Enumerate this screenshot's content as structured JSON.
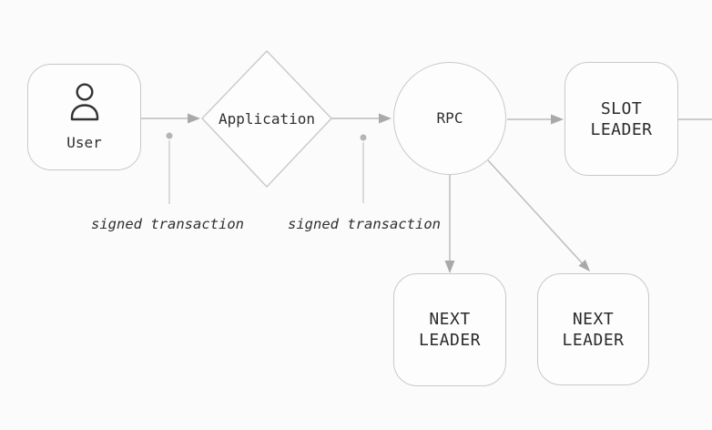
{
  "diagram": {
    "type": "flowchart",
    "nodes": {
      "user": {
        "label": "User",
        "shape": "rounded-rectangle",
        "icon": "person-icon"
      },
      "application": {
        "label": "Application",
        "shape": "diamond"
      },
      "rpc": {
        "label": "RPC",
        "shape": "circle"
      },
      "slot_leader": {
        "label_line1": "SLOT",
        "label_line2": "LEADER",
        "shape": "rounded-rectangle"
      },
      "next_leader_left": {
        "label_line1": "NEXT",
        "label_line2": "LEADER",
        "shape": "rounded-rectangle"
      },
      "next_leader_right": {
        "label_line1": "NEXT",
        "label_line2": "LEADER",
        "shape": "rounded-rectangle"
      }
    },
    "edges": [
      {
        "from": "User",
        "to": "Application",
        "arrowhead": true
      },
      {
        "from": "Application",
        "to": "RPC",
        "arrowhead": true
      },
      {
        "from": "RPC",
        "to": "SLOT LEADER",
        "arrowhead": true
      },
      {
        "from": "SLOT LEADER",
        "to": "offscreen-right",
        "arrowhead": false
      },
      {
        "from": "RPC",
        "to": "NEXT LEADER (left)",
        "arrowhead": true
      },
      {
        "from": "RPC",
        "to": "NEXT LEADER (right)",
        "arrowhead": true
      }
    ],
    "annotations": [
      {
        "text": "signed transaction"
      },
      {
        "text": "signed transaction"
      }
    ],
    "colors": {
      "background": "#fbfbfb",
      "node_fill": "#fdfdfd",
      "node_border": "#c9c9c9",
      "connector": "#bdbdbd",
      "arrowhead": "#a9a9a9",
      "annotation_dot": "#b5b5b5",
      "text": "#2f2f2f"
    }
  }
}
